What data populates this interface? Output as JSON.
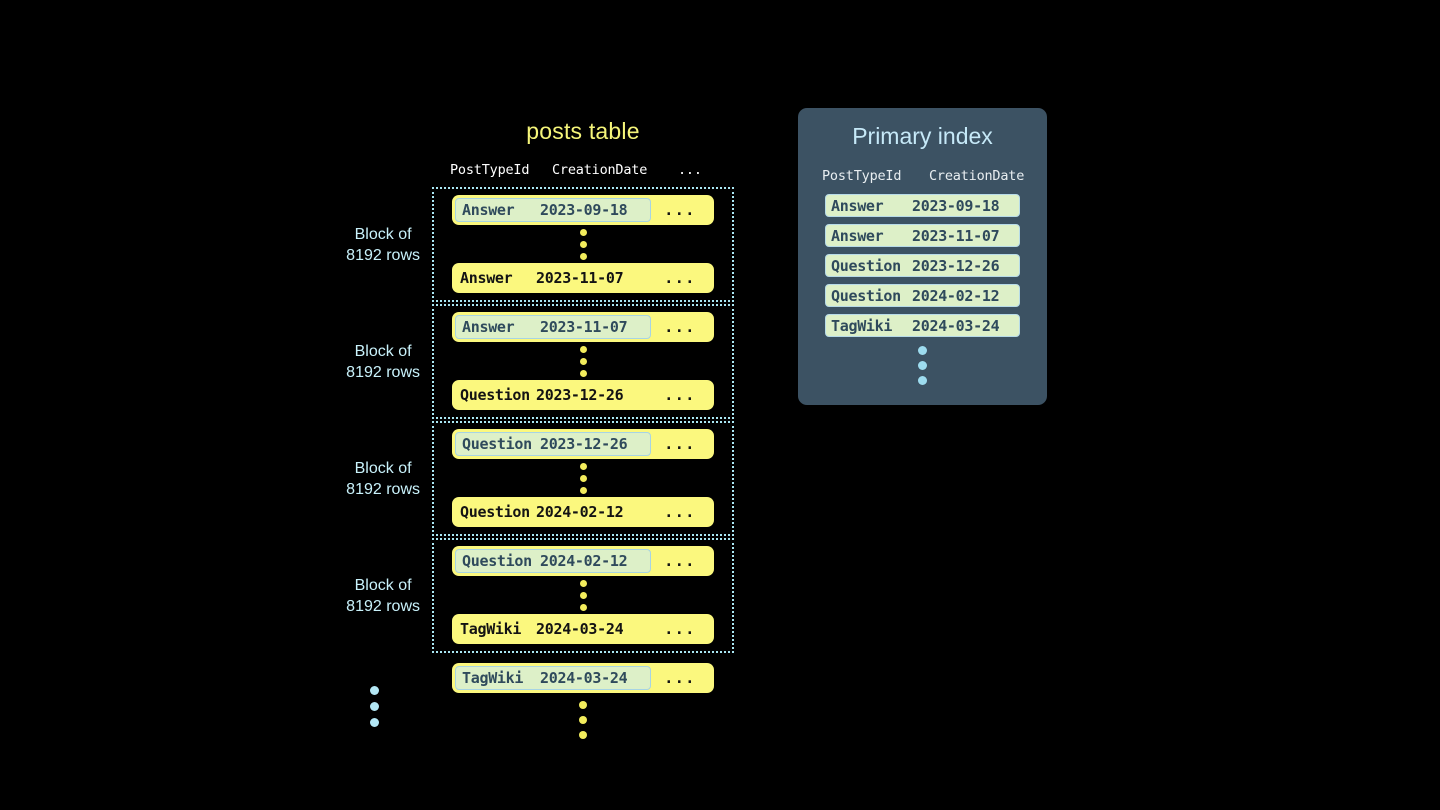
{
  "posts_table": {
    "title": "posts table",
    "columns": [
      "PostTypeId",
      "CreationDate",
      "..."
    ],
    "row_ellipsis": "...",
    "block_label_line1": "Block of",
    "block_label_line2": "8192 rows",
    "blocks": [
      {
        "label_line1": "Block of",
        "label_line2": "8192 rows",
        "first_row": {
          "type": "Answer",
          "date": "2023-09-18",
          "more": "...",
          "highlighted": true
        },
        "last_row": {
          "type": "Answer",
          "date": "2023-11-07",
          "more": "...",
          "highlighted": false
        }
      },
      {
        "label_line1": "Block of",
        "label_line2": "8192 rows",
        "first_row": {
          "type": "Answer",
          "date": "2023-11-07",
          "more": "...",
          "highlighted": true
        },
        "last_row": {
          "type": "Question",
          "date": "2023-12-26",
          "more": "...",
          "highlighted": false
        }
      },
      {
        "label_line1": "Block of",
        "label_line2": "8192 rows",
        "first_row": {
          "type": "Question",
          "date": "2023-12-26",
          "more": "...",
          "highlighted": true
        },
        "last_row": {
          "type": "Question",
          "date": "2024-02-12",
          "more": "...",
          "highlighted": false
        }
      },
      {
        "label_line1": "Block of",
        "label_line2": "8192 rows",
        "first_row": {
          "type": "Question",
          "date": "2024-02-12",
          "more": "...",
          "highlighted": true
        },
        "last_row": {
          "type": "TagWiki",
          "date": "2024-03-24",
          "more": "...",
          "highlighted": false
        }
      }
    ],
    "trailing_row": {
      "type": "TagWiki",
      "date": "2024-03-24",
      "more": "...",
      "highlighted": true
    }
  },
  "primary_index": {
    "title": "Primary index",
    "columns": [
      "PostTypeId",
      "CreationDate"
    ],
    "rows": [
      {
        "type": "Answer",
        "date": "2023-09-18"
      },
      {
        "type": "Answer",
        "date": "2023-11-07"
      },
      {
        "type": "Question",
        "date": "2023-12-26"
      },
      {
        "type": "Question",
        "date": "2024-02-12"
      },
      {
        "type": "TagWiki",
        "date": "2024-03-24"
      }
    ]
  },
  "colors": {
    "background": "#000000",
    "row_yellow": "#fbf87e",
    "highlight_green": "#ddf0c8",
    "highlight_border": "#a7d4e4",
    "highlight_text": "#2f4a5c",
    "block_border": "#a9e6f2",
    "label_blue": "#c9f2fb",
    "title_yellow": "#f5f57a",
    "panel_slate": "#3c5263",
    "panel_title": "#c6e9f8",
    "dot_yellow": "#f2ec5c",
    "dot_blue": "#9ddcef"
  }
}
